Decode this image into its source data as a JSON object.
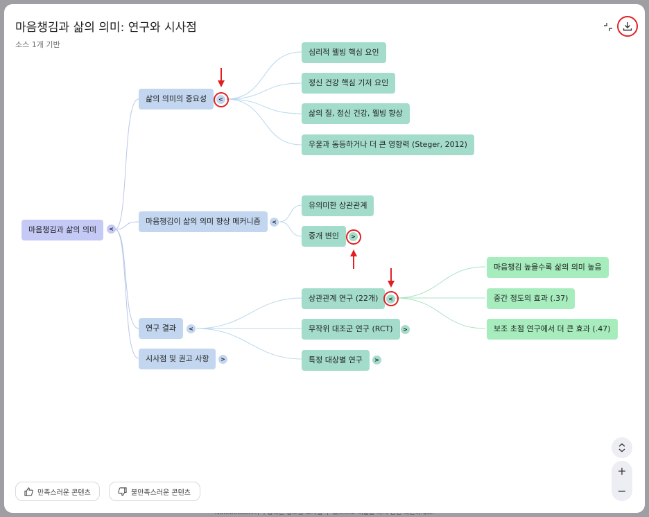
{
  "dialog": {
    "title": "마음챙김과 삶의 의미: 연구와 시사점",
    "subtitle": "소스 1개 기반"
  },
  "toolbar": {
    "collapse_icon": "collapse-icon",
    "download_icon": "download-icon"
  },
  "mindmap": {
    "root": {
      "label": "마음챙김과 삶의 의미",
      "toggle": "<"
    },
    "branches": [
      {
        "label": "삶의 의미의 중요성",
        "toggle": "<"
      },
      {
        "label": "마음챙김이 삶의 의미 향상 메커니즘",
        "toggle": "<"
      },
      {
        "label": "연구 결과",
        "toggle": "<"
      },
      {
        "label": "시사점 및 권고 사항",
        "toggle": ">"
      }
    ],
    "importance_children": [
      {
        "label": "심리적 웰빙 핵심 요인"
      },
      {
        "label": "정신 건강 핵심 기저 요인"
      },
      {
        "label": "삶의 질, 정신 건강, 웰빙 향상"
      },
      {
        "label": "우울과 동등하거나 더 큰 영향력 (Steger, 2012)"
      }
    ],
    "mechanism_children": [
      {
        "label": "유의미한 상관관계"
      },
      {
        "label": "중개 변인",
        "toggle": ">"
      }
    ],
    "results_children": [
      {
        "label": "상관관계 연구 (22개)",
        "toggle": "<"
      },
      {
        "label": "무작위 대조군 연구 (RCT)",
        "toggle": ">"
      },
      {
        "label": "특정 대상별 연구",
        "toggle": ">"
      }
    ],
    "correlation_children": [
      {
        "label": "마음챙김 높을수록 삶의 의미 높음"
      },
      {
        "label": "중간 정도의 효과 (.37)"
      },
      {
        "label": "보조 초점 연구에서 더 큰 효과 (.47)"
      }
    ]
  },
  "feedback": {
    "good_label": "만족스러운 콘텐츠",
    "bad_label": "불만족스러운 콘텐츠"
  },
  "zoom": {
    "fit_icon": "unfold-icon",
    "in_label": "+",
    "out_label": "−"
  },
  "footer_note": "NotebookLM이 부정확한 정보를 표시할 수 있으므로 대답을 다시 한번 확인하세요."
}
